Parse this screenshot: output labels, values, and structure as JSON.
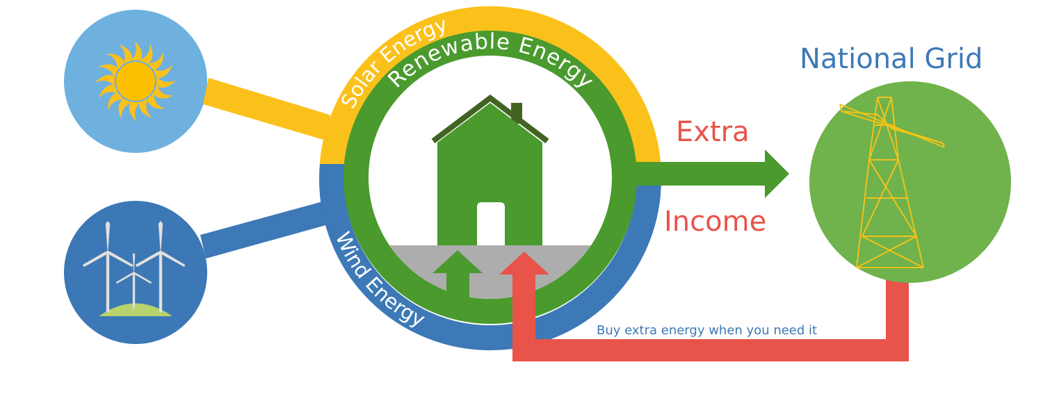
{
  "labels": {
    "solar_energy": "Solar Energy",
    "renewable_energy": "Renewable Energy",
    "wind_energy": "Wind Energy",
    "national_grid": "National Grid",
    "extra": "Extra",
    "income": "Income",
    "buy_extra": "Buy extra energy when you need it"
  },
  "icons": [
    "sun-icon",
    "wind-turbines-icon",
    "house-icon",
    "pylon-icon"
  ],
  "colors": {
    "solar": "#fbc11b",
    "wind": "#3d79b6",
    "green": "#4a9a2e",
    "dark_green": "#436322",
    "grid": "#70b24b",
    "red": "#e8534a",
    "sky": "#6fb1de",
    "grey": "#adadad",
    "blue_text": "#3d79b6"
  }
}
